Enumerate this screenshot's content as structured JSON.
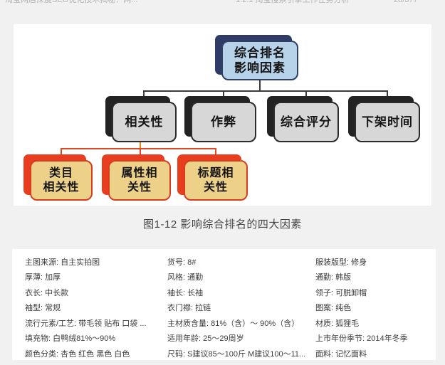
{
  "header": {
    "book_title": "淘宝网店深度SEO优化技术揭秘：网...",
    "chapter_title": "1.2.1 淘宝搜索引擎工作任务分析",
    "page_indicator": "28/377"
  },
  "diagram": {
    "root": {
      "label": "综合排名\n影响因素"
    },
    "level2": [
      {
        "label": "相关性"
      },
      {
        "label": "作弊"
      },
      {
        "label": "综合评分"
      },
      {
        "label": "下架时间"
      }
    ],
    "level3": [
      {
        "label": "类目\n相关性"
      },
      {
        "label": "属性相\n关性"
      },
      {
        "label": "标题相\n关性"
      }
    ],
    "colors": {
      "root_fill": "#b7d3ea",
      "root_shadow": "#2e3c66",
      "level2_fill": "#d7d7d7",
      "level2_shadow": "#232323",
      "level3_fill": "#eed189",
      "level3_shadow": "#e83d1e",
      "connector_dark": "#3a3a3a",
      "connector_red": "#dc4a24",
      "connector_orange": "#e2861e"
    }
  },
  "figure_caption": "图1-12 影响综合排名的四大因素",
  "attributes_table": {
    "rows": [
      [
        "主图来源: 自主实拍图",
        "货号: 8#",
        "服装版型: 修身"
      ],
      [
        "厚薄: 加厚",
        "风格: 通勤",
        "通勤: 韩版"
      ],
      [
        "衣长: 中长款",
        "袖长: 长袖",
        "领子: 可脱卸帽"
      ],
      [
        "袖型: 常规",
        "衣门襟: 拉链",
        "图案: 纯色"
      ],
      [
        "流行元素/工艺: 带毛领 贴布 口袋 ...",
        "主材质含量: 81%（含）～ 90%（含）",
        "材质: 狐狸毛"
      ],
      [
        "填充物: 白鸭绒81%～90%",
        "适用年龄: 25～29周岁",
        "上市年份季节: 2014年冬季"
      ],
      [
        "颜色分类: 杏色 红色 黑色 白色",
        "尺码: S建议85～100斤 M建议100～11...",
        "面料: 记忆面料"
      ]
    ]
  }
}
